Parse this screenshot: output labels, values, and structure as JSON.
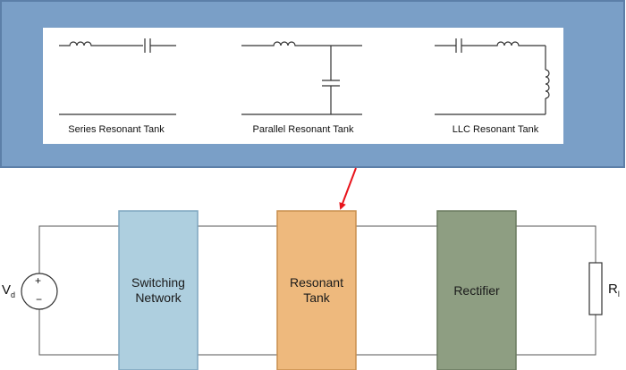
{
  "colors": {
    "top_panel": "#7a9fc7",
    "top_panel_border": "#5c7fa8",
    "switching_network": "#aecfdf",
    "switching_network_border": "#7fa6bf",
    "resonant_tank": "#eeb97d",
    "resonant_tank_border": "#c98f4e",
    "rectifier": "#8e9e82",
    "rectifier_border": "#6a7a5f",
    "callout_arrow": "#e8141c",
    "wire": "#555555"
  },
  "tanks": [
    {
      "label": "Series Resonant Tank"
    },
    {
      "label": "Parallel Resonant Tank"
    },
    {
      "label": "LLC Resonant Tank"
    }
  ],
  "blocks": {
    "switching_network": {
      "line1": "Switching",
      "line2": "Network"
    },
    "resonant_tank": {
      "line1": "Resonant",
      "line2": "Tank"
    },
    "rectifier": {
      "line1": "Rectifier"
    }
  },
  "source": {
    "symbol": "V",
    "subscript": "d",
    "plus": "+",
    "minus": "−"
  },
  "load": {
    "symbol": "R",
    "subscript": "l"
  }
}
